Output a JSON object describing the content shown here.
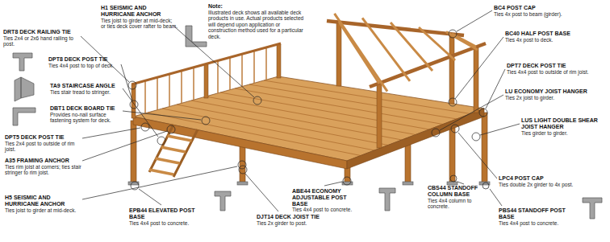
{
  "diagram": {
    "labels": [
      "H1 SEISMIC AND HURRICANE ANCHOR",
      "Ties joist to girder at mid-deck; or ties deck cover rafter to beam.",
      "Note:",
      "Illustrated deck shows all available deck products in use. Actual products selected will depend upon application or construction method used for a particular deck.",
      "BC4 POST CAP",
      "Ties 4x post to beam (girder).",
      "BC40 HALF POST BASE",
      "Ties 4x post to deck.",
      "DRT8 DECK RAILING TIE",
      "Ties 2x4 or 2x6 hand railing to post.",
      "DPT8 DECK POST TIE",
      "Ties 4x4 post to top of deck.",
      "DPT7 DECK POST TIE",
      "Ties 4x4 post to outside of rim joist.",
      "TA9 STAIRCASE ANGLE",
      "Ties stair tread to stringer.",
      "LU ECONOMY JOIST HANGER",
      "Ties 2x joist to girder.",
      "DBT1 DECK BOARD TIE",
      "Provides no-nail surface fastening system for deck.",
      "LUS LIGHT DOUBLE SHEAR JOIST HANGER",
      "Ties girder to girder.",
      "DPT5 DECK POST TIE",
      "Ties 2x4 post to outside of rim joist.",
      "A35 FRAMING ANCHOR",
      "Ties rim joist at corners; ties stair stringer to rim joist.",
      "LPC4 POST CAP",
      "Ties double 2x girder to 4x post.",
      "H5 SEISMIC AND HURRICANE ANCHOR",
      "Ties joist to girder at mid-deck.",
      "EPB44 ELEVATED POST BASE",
      "Ties 4x4 post to concrete.",
      "ABE44 ECONOMY ADJUSTABLE POST BASE",
      "Ties 4x4 post to concrete.",
      "CBS44 STANDOFF COLUMN BASE",
      "Ties 4x4 column to concrete.",
      "DJT14 DECK JOIST TIE",
      "Ties 2x girder to post.",
      "PBS44 STANDOFF POST BASE",
      "Ties 4x4 post to concrete."
    ]
  }
}
